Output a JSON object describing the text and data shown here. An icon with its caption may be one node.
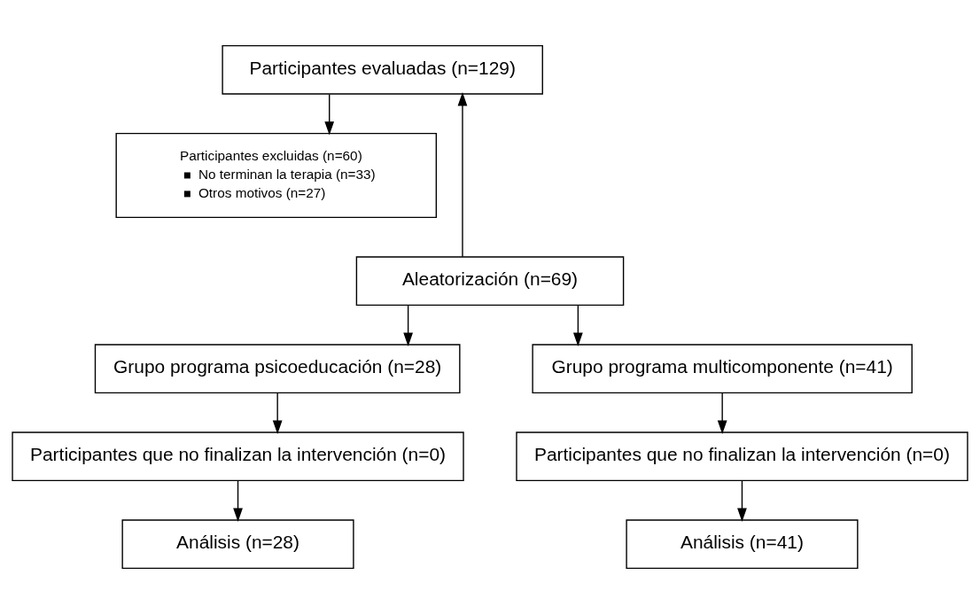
{
  "diagram": {
    "nodes": [
      {
        "text": [
          "Participantes evaluadas (n=129)"
        ]
      },
      {
        "text": [
          "Participantes excluidas (n=60)",
          "No terminan la terapia (n=33)",
          "Otros motivos (n=27)"
        ]
      },
      {
        "text": [
          "Aleatorización (n=69)"
        ]
      },
      {
        "text": [
          "Grupo programa psicoeducación (n=28)"
        ]
      },
      {
        "text": [
          "Grupo programa multicomponente (n=41)"
        ]
      },
      {
        "text": [
          "Participantes que no finalizan la intervención (n=0)"
        ]
      },
      {
        "text": [
          "Participantes que no finalizan la intervención (n=0)"
        ]
      },
      {
        "text": [
          "Análisis (n=28)"
        ]
      },
      {
        "text": [
          "Análisis (n=41)"
        ]
      }
    ],
    "edges": [
      {
        "from": 2,
        "to": 0,
        "arrow": "to"
      },
      {
        "from": 0,
        "to": 1,
        "arrow": "to"
      },
      {
        "from": 2,
        "to": 3,
        "arrow": "to"
      },
      {
        "from": 2,
        "to": 4,
        "arrow": "to"
      },
      {
        "from": 3,
        "to": 5,
        "arrow": "to"
      },
      {
        "from": 4,
        "to": 6,
        "arrow": "to"
      },
      {
        "from": 5,
        "to": 7,
        "arrow": "to"
      },
      {
        "from": 6,
        "to": 8,
        "arrow": "to"
      }
    ]
  }
}
